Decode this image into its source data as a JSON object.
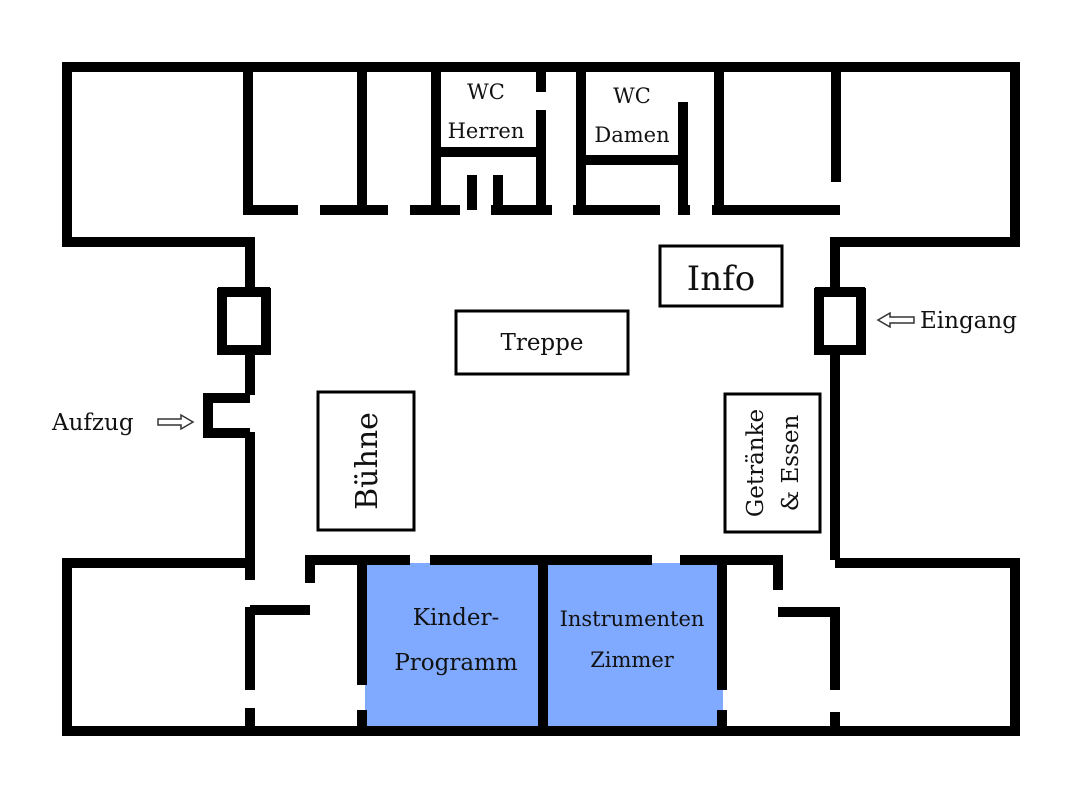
{
  "labels": {
    "wc_herren_1": "WC",
    "wc_herren_2": "Herren",
    "wc_damen_1": "WC",
    "wc_damen_2": "Damen",
    "info": "Info",
    "eingang": "Eingang",
    "treppe": "Treppe",
    "aufzug": "Aufzug",
    "buehne": "Bühne",
    "getraenke_1": "Getränke",
    "getraenke_2": "& Essen",
    "kinder_1": "Kinder-",
    "kinder_2": "Programm",
    "instrumenten_1": "Instrumenten",
    "instrumenten_2": "Zimmer"
  },
  "colors": {
    "highlight_room": "#80aaff",
    "wall": "#000000",
    "background": "#ffffff"
  }
}
